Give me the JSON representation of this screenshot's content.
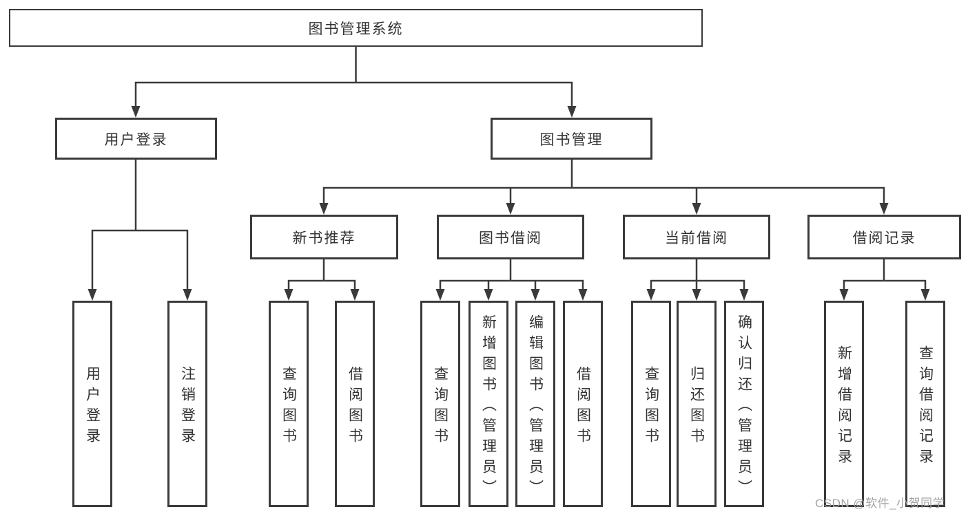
{
  "diagram": {
    "type": "hierarchy-tree",
    "root": {
      "label": "图书管理系统"
    },
    "level2": [
      {
        "label": "用户登录",
        "parent": "图书管理系统"
      },
      {
        "label": "图书管理",
        "parent": "图书管理系统"
      }
    ],
    "level3": [
      {
        "label": "新书推荐",
        "parent": "图书管理"
      },
      {
        "label": "图书借阅",
        "parent": "图书管理"
      },
      {
        "label": "当前借阅",
        "parent": "图书管理"
      },
      {
        "label": "借阅记录",
        "parent": "图书管理"
      }
    ],
    "leaves": [
      {
        "label": "用户登录",
        "parent": "用户登录"
      },
      {
        "label": "注销登录",
        "parent": "用户登录"
      },
      {
        "label": "查询图书",
        "parent": "新书推荐"
      },
      {
        "label": "借阅图书",
        "parent": "新书推荐"
      },
      {
        "label": "查询图书",
        "parent": "图书借阅"
      },
      {
        "label": "新增图书（管理员）",
        "parent": "图书借阅"
      },
      {
        "label": "编辑图书（管理员）",
        "parent": "图书借阅"
      },
      {
        "label": "借阅图书",
        "parent": "图书借阅"
      },
      {
        "label": "查询图书",
        "parent": "当前借阅"
      },
      {
        "label": "归还图书",
        "parent": "当前借阅"
      },
      {
        "label": "确认归还（管理员）",
        "parent": "当前借阅"
      },
      {
        "label": "新增借阅记录",
        "parent": "借阅记录"
      },
      {
        "label": "查询借阅记录",
        "parent": "借阅记录"
      }
    ],
    "colors": {
      "line": "#3a3a3a",
      "text": "#333333",
      "box_background": "#ffffff",
      "watermark": "#a3a3a3"
    }
  },
  "watermark": {
    "text": "CSDN @软件_小贺同学"
  }
}
